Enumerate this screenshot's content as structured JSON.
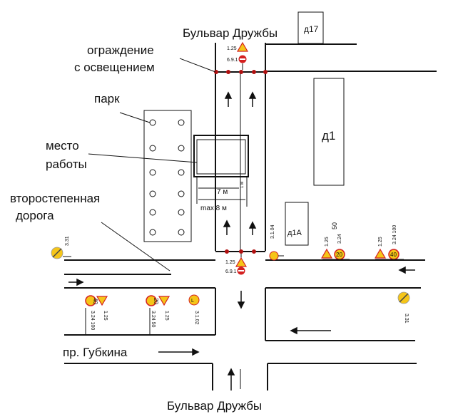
{
  "labels": {
    "street_top": "Бульвар Дружбы",
    "street_bottom": "Бульвар Дружбы",
    "fence_line1": "ограждение",
    "fence_line2": "с освещением",
    "park": "парк",
    "work_line1": "место",
    "work_line2": "работы",
    "secondary_line1": "второстепенная",
    "secondary_line2": "дорога",
    "avenue": "пр. Губкина"
  },
  "buildings": {
    "d17": "д17",
    "d1": "д1",
    "d1a": "д1А"
  },
  "dimensions": {
    "width_7m": "7 м",
    "max_8m": "max 8 м",
    "small_dim": "1 м"
  },
  "sign_codes": {
    "top_125": "1.25",
    "top_691": "6.9.1",
    "bottom_125": "1.25",
    "bottom_691": "6.9.1",
    "left_331": "3.31",
    "s3104": "3.1.04",
    "mid_125": "1.25",
    "mid_50": "50",
    "mid_324": "3.24",
    "right_125": "1.25",
    "right_324_100": "3.24 100",
    "right_331": "3.31",
    "low_l_125": "1.25",
    "low_l_324": "3.24 100",
    "low_m_125": "1.25",
    "low_m_324": "3.24 50",
    "low_r_3102": "3.1.02"
  },
  "sign_values": {
    "speed_40": "40",
    "speed_20": "20"
  },
  "colors": {
    "sign_yellow": "#f5c518",
    "sign_red": "#d42020",
    "lamp_red": "#b01010"
  }
}
